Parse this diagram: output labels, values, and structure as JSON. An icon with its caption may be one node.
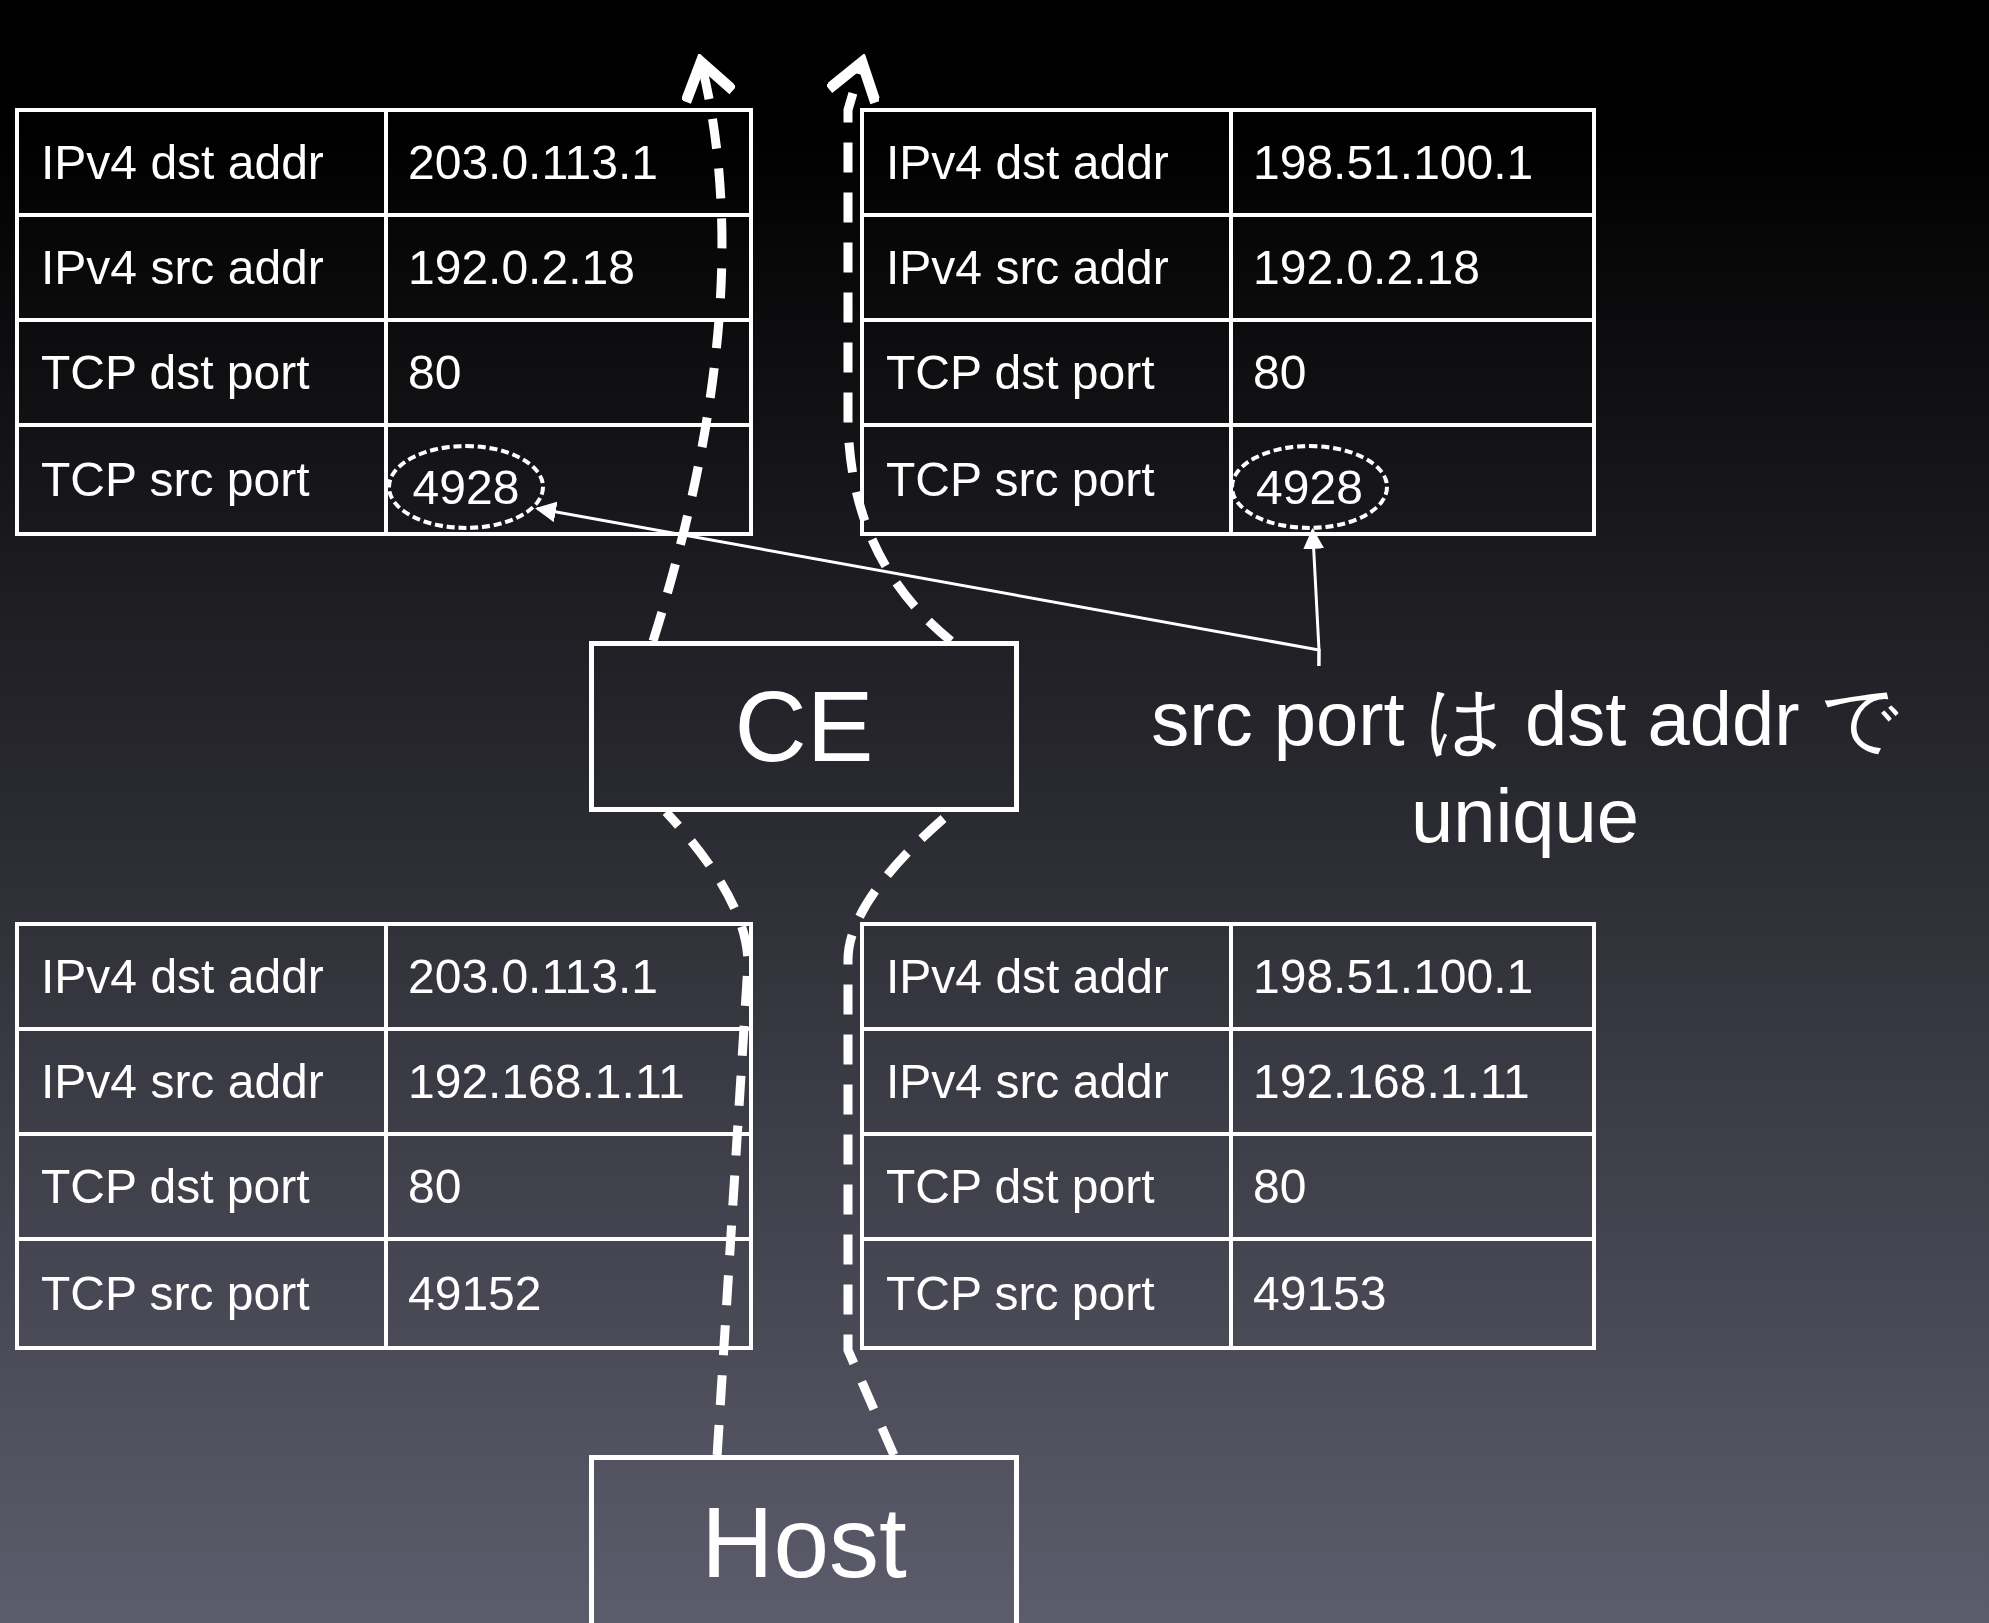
{
  "diagram": {
    "nodes": [
      {
        "text": [
          "4928"
        ]
      },
      {
        "text": [
          "4928"
        ]
      },
      {
        "text": [
          "CE"
        ]
      },
      {
        "text": [
          "src port は dst addr で unique"
        ]
      },
      {
        "text": [
          "Host"
        ]
      }
    ],
    "edges": [
      {
        "from": 4,
        "to": 2,
        "arrow": "none",
        "style": "dashed"
      },
      {
        "from": 4,
        "to": 2,
        "arrow": "none",
        "style": "dashed"
      },
      {
        "from": 2,
        "to": null,
        "arrow": "to",
        "style": "dashed"
      },
      {
        "from": 2,
        "to": null,
        "arrow": "to",
        "style": "dashed"
      },
      {
        "from": 3,
        "to": 0,
        "arrow": "to"
      },
      {
        "from": 3,
        "to": 1,
        "arrow": "to"
      }
    ],
    "labels": [
      "IPv4 dst addr",
      "203.0.113.1",
      "IPv4 src addr",
      "192.0.2.18",
      "TCP dst port",
      "80",
      "TCP src port",
      "IPv4 dst addr",
      "198.51.100.1",
      "IPv4 src addr",
      "192.0.2.18",
      "TCP dst port",
      "80",
      "TCP src port",
      "IPv4 dst addr",
      "203.0.113.1",
      "IPv4 src addr",
      "192.168.1.11",
      "TCP dst port",
      "80",
      "TCP src port",
      "49152",
      "IPv4 dst addr",
      "198.51.100.1",
      "IPv4 src addr",
      "192.168.1.11",
      "TCP dst port",
      "80",
      "TCP src port",
      "49153"
    ]
  }
}
